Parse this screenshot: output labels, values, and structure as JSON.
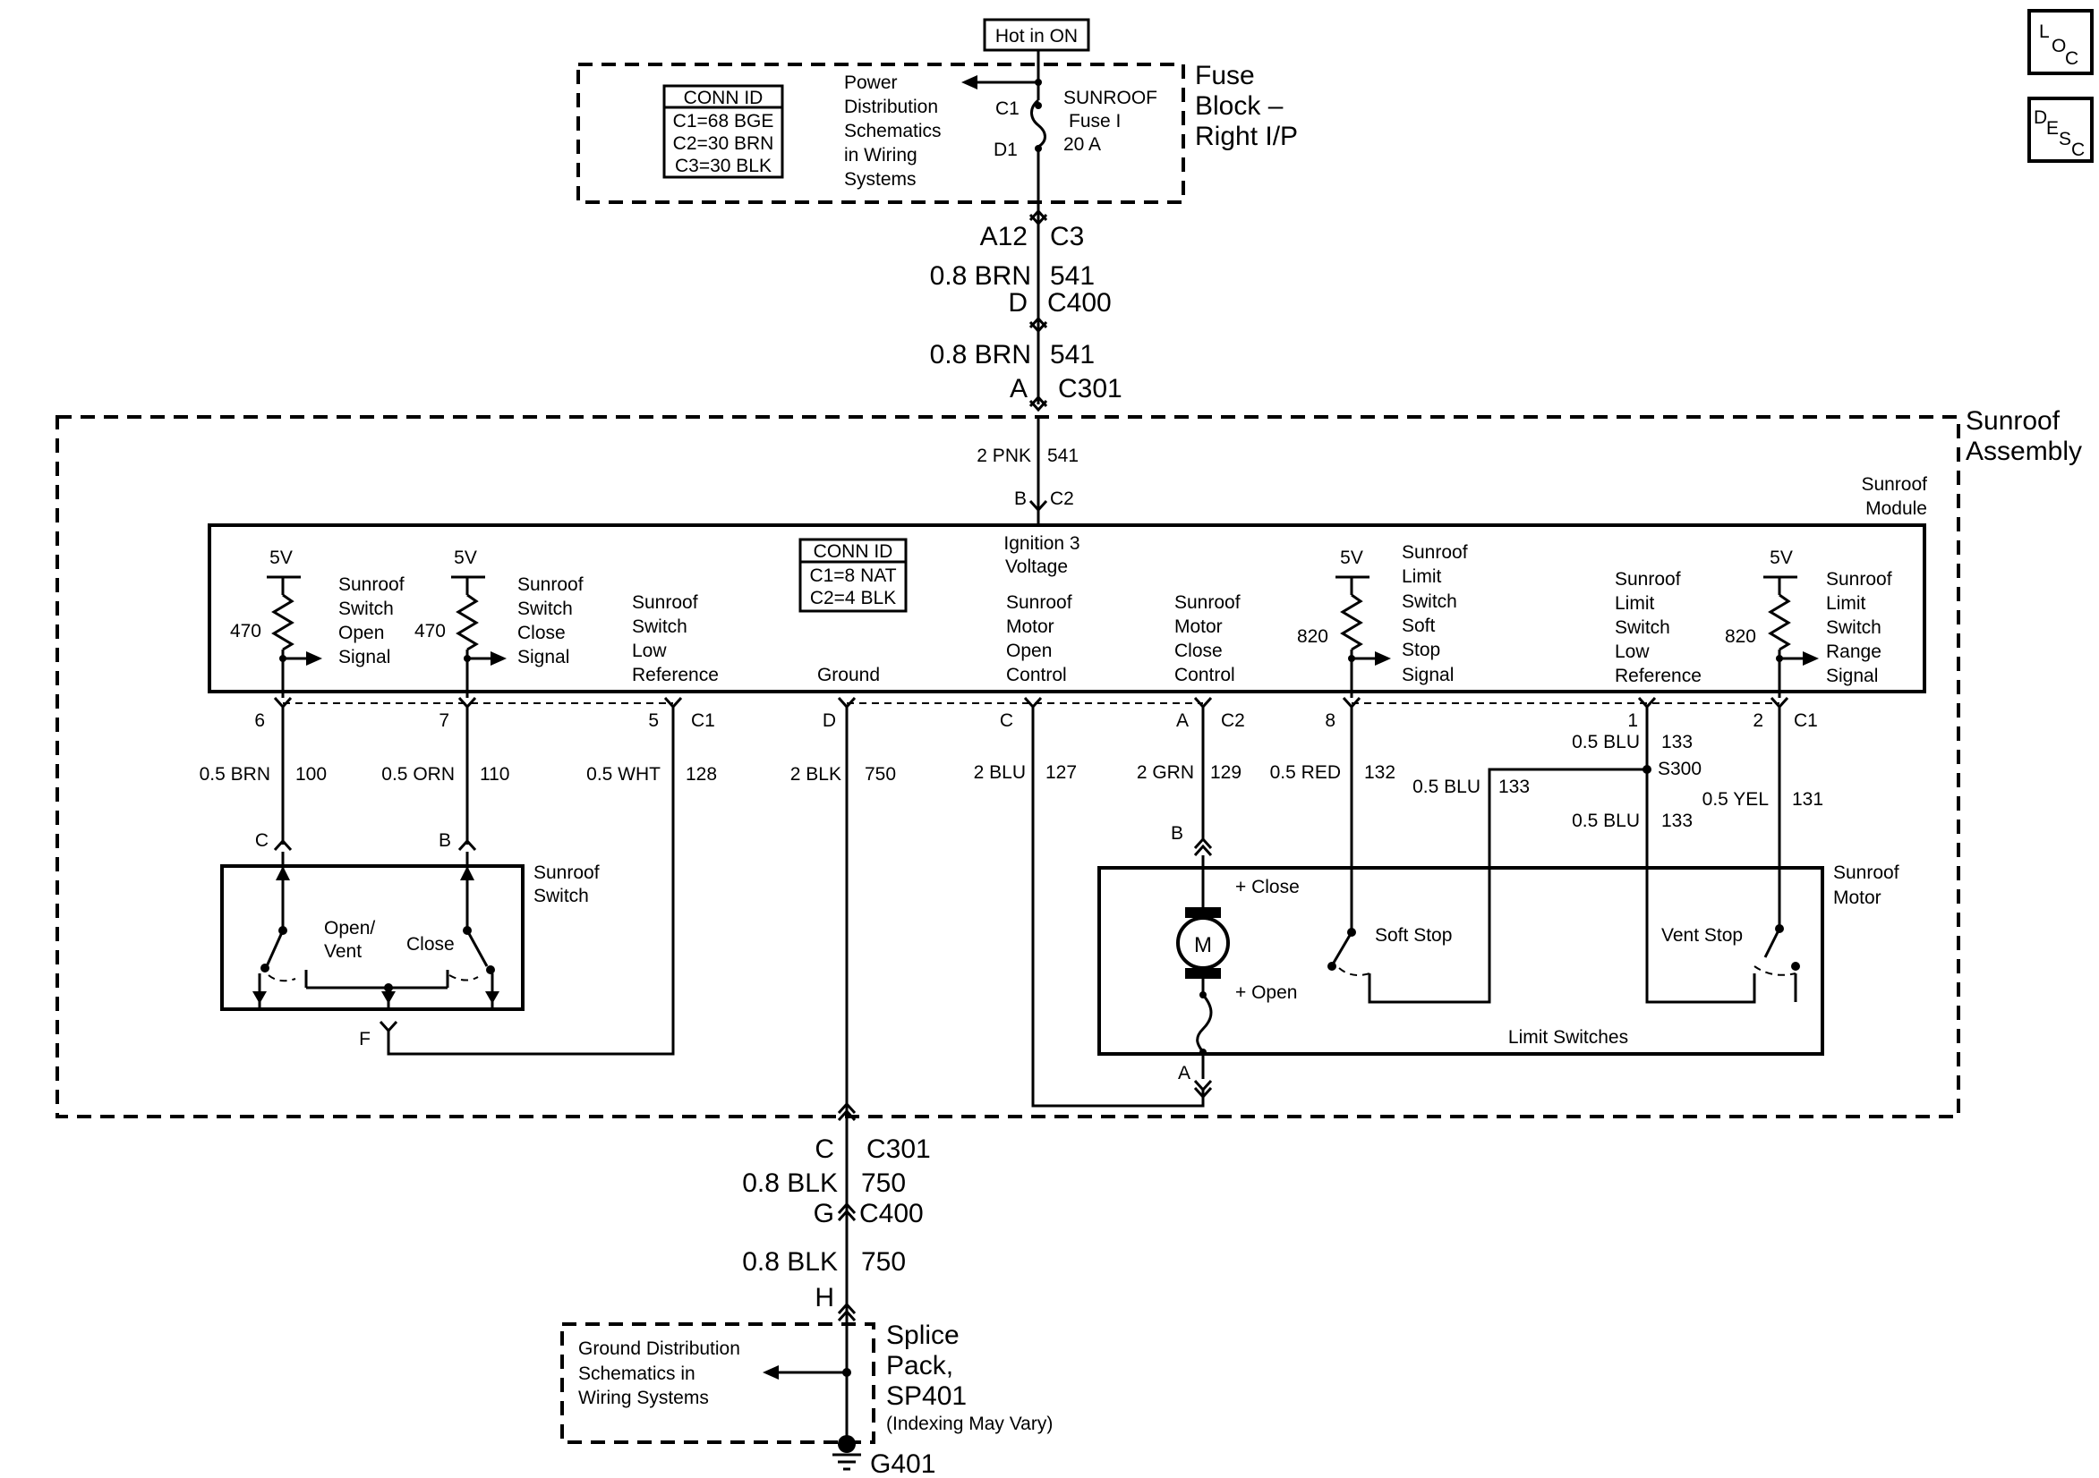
{
  "hot_label": "Hot in ON",
  "loc_icon": {
    "l": "L",
    "o": "O",
    "c": "C"
  },
  "desc_icon": {
    "d": "D",
    "e": "E",
    "s": "S",
    "c": "C"
  },
  "fuse_block": {
    "title": [
      "Fuse",
      "Block –",
      "Right I/P"
    ],
    "conn_id": {
      "header": "CONN ID",
      "rows": [
        "C1=68 BGE",
        "C2=30 BRN",
        "C3=30 BLK"
      ]
    },
    "power_dist": [
      "Power",
      "Distribution",
      "Schematics",
      "in Wiring",
      "Systems"
    ],
    "c1": "C1",
    "d1": "D1",
    "fuse_label": [
      "SUNROOF",
      "Fuse I",
      "20 A"
    ]
  },
  "upper_harness": {
    "a12": "A12",
    "c3": "C3",
    "wire1": "0.8 BRN",
    "circuit1": "541",
    "d": "D",
    "c400": "C400",
    "wire2": "0.8 BRN",
    "circuit2": "541",
    "a": "A",
    "c301": "C301"
  },
  "sunroof_assembly": {
    "title": [
      "Sunroof",
      "Assembly"
    ]
  },
  "module": {
    "title": [
      "Sunroof",
      "Module"
    ],
    "in_wire": "2 PNK",
    "in_circuit": "541",
    "b": "B",
    "c2": "C2",
    "ignition": [
      "Ignition 3",
      "Voltage"
    ],
    "conn_id": {
      "header": "CONN ID",
      "rows": [
        "C1=8 NAT",
        "C2=4 BLK"
      ]
    },
    "v5": "5V",
    "r470": "470",
    "r820": "820",
    "open_signal": [
      "Sunroof",
      "Switch",
      "Open",
      "Signal"
    ],
    "close_signal": [
      "Sunroof",
      "Switch",
      "Close",
      "Signal"
    ],
    "low_ref": [
      "Sunroof",
      "Switch",
      "Low",
      "Reference"
    ],
    "ground": "Ground",
    "motor_open": [
      "Sunroof",
      "Motor",
      "Open",
      "Control"
    ],
    "motor_close": [
      "Sunroof",
      "Motor",
      "Close",
      "Control"
    ],
    "soft_stop": [
      "Sunroof",
      "Limit",
      "Switch",
      "Soft",
      "Stop",
      "Signal"
    ],
    "limit_low": [
      "Sunroof",
      "Limit",
      "Switch",
      "Low",
      "Reference"
    ],
    "range_signal": [
      "Sunroof",
      "Limit",
      "Switch",
      "Range",
      "Signal"
    ]
  },
  "pins": {
    "p6": "6",
    "p7": "7",
    "p5": "5",
    "c1a": "C1",
    "pD": "D",
    "pC": "C",
    "pA": "A",
    "c2b": "C2",
    "p8": "8",
    "p1": "1",
    "p2": "2",
    "c1b": "C1"
  },
  "wires": {
    "w100": "0.5 BRN",
    "c100": "100",
    "w110": "0.5 ORN",
    "c110": "110",
    "w128": "0.5 WHT",
    "c128": "128",
    "w750": "2 BLK",
    "c750": "750",
    "w127": "2 BLU",
    "c127": "127",
    "w129": "2 GRN",
    "c129": "129",
    "w132": "0.5 RED",
    "c132": "132",
    "w133a": "0.5 BLU",
    "c133a": "133",
    "w133b": "0.5 BLU",
    "c133b": "133",
    "w133c": "0.5 BLU",
    "c133c": "133",
    "w131": "0.5 YEL",
    "c131": "131",
    "s300": "S300"
  },
  "switch": {
    "title": [
      "Sunroof",
      "Switch"
    ],
    "c": "C",
    "b": "B",
    "f": "F",
    "open_vent": [
      "Open/",
      "Vent"
    ],
    "close": "Close"
  },
  "motor": {
    "title": [
      "Sunroof",
      "Motor"
    ],
    "b": "B",
    "a": "A",
    "m": "M",
    "plus_close": "+ Close",
    "plus_open": "+ Open",
    "soft_stop": "Soft Stop",
    "vent_stop": "Vent Stop",
    "limit_switches": "Limit Switches"
  },
  "lower_harness": {
    "c": "C",
    "c301": "C301",
    "wire1": "0.8 BLK",
    "circuit1": "750",
    "g": "G",
    "c400": "C400",
    "wire2": "0.8 BLK",
    "circuit2": "750",
    "h": "H"
  },
  "ground": {
    "dist": [
      "Ground Distribution",
      "Schematics in",
      "Wiring Systems"
    ],
    "splice": [
      "Splice",
      "Pack,",
      "SP401"
    ],
    "indexing": "(Indexing May Vary)",
    "g401": "G401"
  }
}
